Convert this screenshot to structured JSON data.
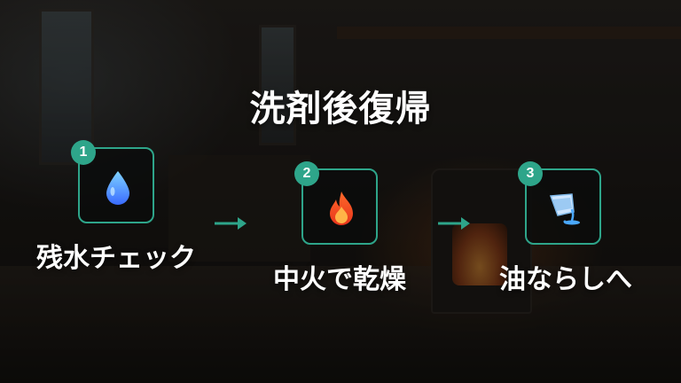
{
  "title": "洗剤後復帰",
  "steps": [
    {
      "number": "1",
      "label": "残水チェック",
      "icon": "water-drop-icon"
    },
    {
      "number": "2",
      "label": "中火で乾燥",
      "icon": "flame-icon"
    },
    {
      "number": "3",
      "label": "油ならしへ",
      "icon": "oil-pour-icon"
    }
  ],
  "colors": {
    "accent": "#2ea58a",
    "text": "#ffffff",
    "tile_bg": "#0a0c0c"
  }
}
